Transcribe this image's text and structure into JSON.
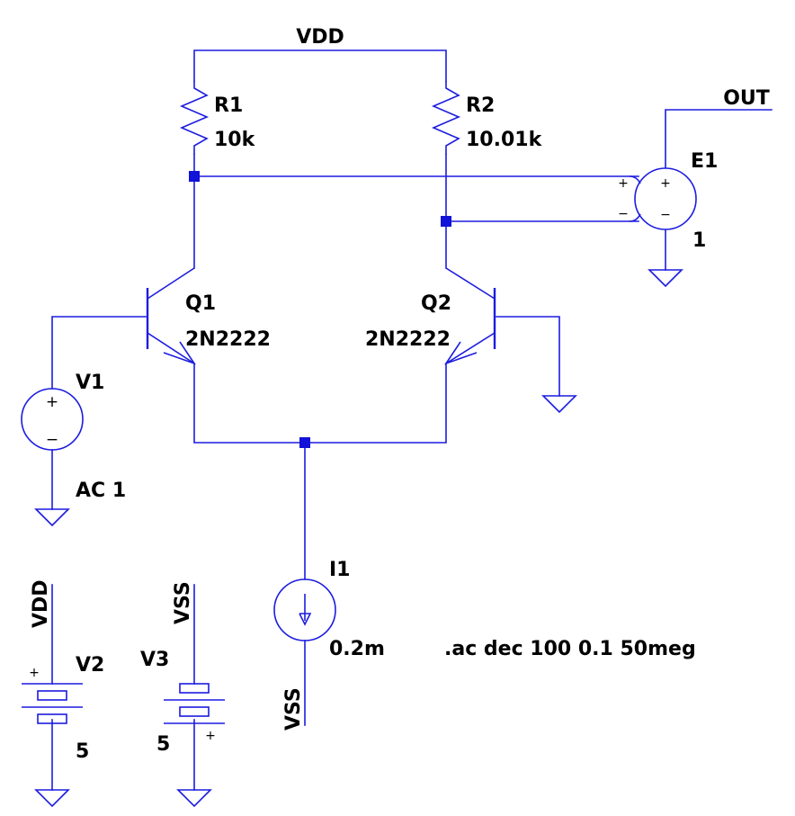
{
  "nets": {
    "vdd": "VDD",
    "out": "OUT",
    "vdd_supply": "VDD",
    "vss_supply": "VSS",
    "vss_current": "VSS"
  },
  "components": {
    "r1": {
      "name": "R1",
      "value": "10k"
    },
    "r2": {
      "name": "R2",
      "value": "10.01k"
    },
    "q1": {
      "name": "Q1",
      "model": "2N2222"
    },
    "q2": {
      "name": "Q2",
      "model": "2N2222"
    },
    "v1": {
      "name": "V1",
      "value": "AC 1",
      "plus": "+",
      "minus": "−"
    },
    "e1": {
      "name": "E1",
      "gain": "1",
      "plus": "+",
      "minus": "−",
      "in_plus": "+",
      "in_minus": "−"
    },
    "i1": {
      "name": "I1",
      "value": "0.2m"
    },
    "v2": {
      "name": "V2",
      "value": "5",
      "polarity": "+"
    },
    "v3": {
      "name": "V3",
      "value": "5",
      "polarity": "+"
    }
  },
  "directive": ".ac dec 100 0.1 50meg",
  "colors": {
    "wire": "#1c1ce0",
    "junction": "#1212d8",
    "text": "#000000",
    "background": "#ffffff"
  }
}
